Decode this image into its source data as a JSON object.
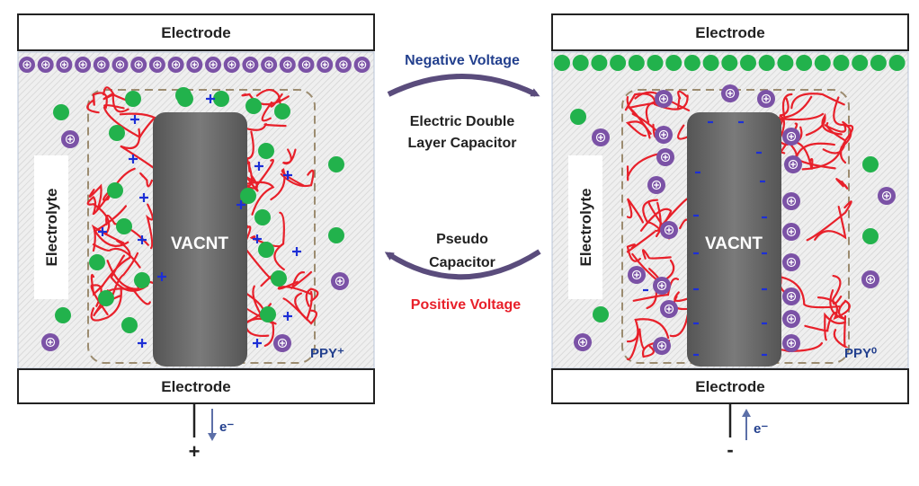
{
  "left_cell": {
    "top_electrode": "Electrode",
    "bottom_electrode": "Electrode",
    "electrolyte_label": "Electrolyte",
    "vacnt_label": "VACNT",
    "polymer_label": "PPY⁺",
    "terminal_sign": "+",
    "electron_label": "e⁻"
  },
  "right_cell": {
    "top_electrode": "Electrode",
    "bottom_electrode": "Electrode",
    "electrolyte_label": "Electrolyte",
    "vacnt_label": "VACNT",
    "polymer_label": "PPY⁰",
    "terminal_sign": "-",
    "electron_label": "e⁻"
  },
  "middle": {
    "negative_voltage": "Negative Voltage",
    "edlc_line1": "Electric Double",
    "edlc_line2": "Layer Capacitor",
    "pseudo_line1": "Pseudo",
    "pseudo_line2": "Capacitor",
    "positive_voltage": "Positive Voltage"
  },
  "colors": {
    "anion_green": "#22b24c",
    "cation_purple": "#7b52a6",
    "polymer_red": "#e8202a",
    "charge_blue": "#1d2fd6",
    "negative_voltage": "#23408e",
    "positive_voltage": "#e8202a",
    "arrow": "#5a4c7c",
    "vacnt_fill": "#666666",
    "electrolyte_bg": "#ededed"
  }
}
